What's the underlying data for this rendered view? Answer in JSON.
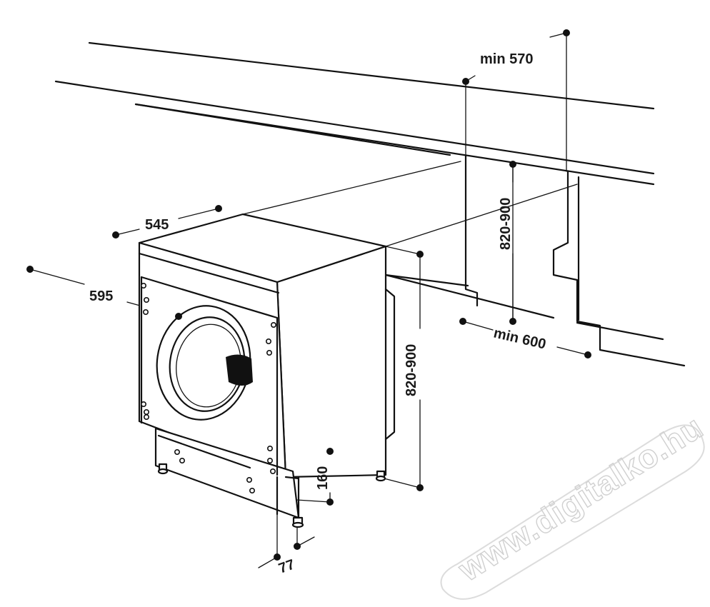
{
  "dimensions": {
    "width": "595",
    "depth": "545",
    "height_appliance": "820-900",
    "height_niche": "820-900",
    "min_depth": "min 570",
    "min_width": "min 600",
    "plinth_height": "160",
    "foot_offset": "77"
  },
  "watermark": "www.digitalko.hu"
}
